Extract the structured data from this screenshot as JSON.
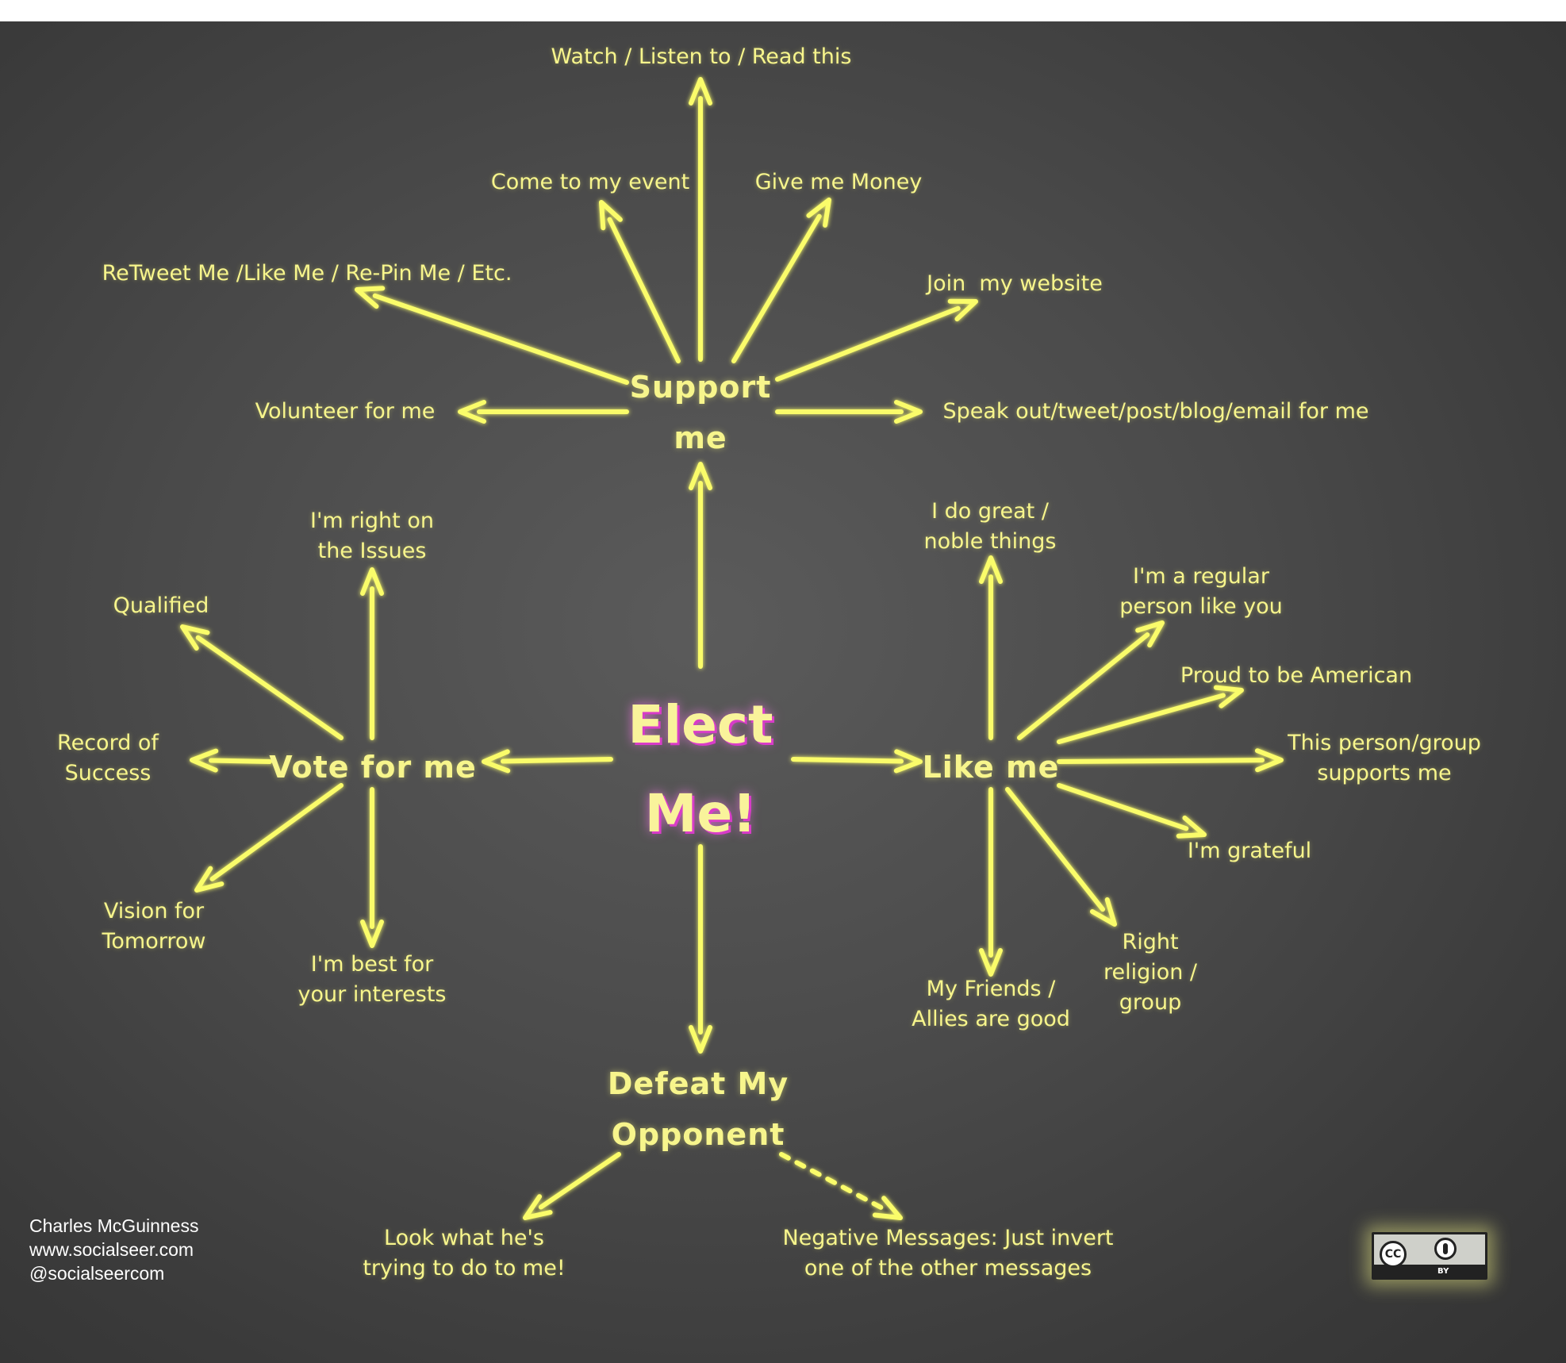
{
  "center": {
    "title": "Elect\nMe!"
  },
  "hubs": {
    "support": "Support\nme",
    "vote": "Vote for me",
    "like": "Like me",
    "defeat": "Defeat My\nOpponent"
  },
  "support_items": {
    "watch": "Watch / Listen to / Read this",
    "event": "Come to my event",
    "money": "Give me Money",
    "retweet": "ReTweet Me /Like Me / Re-Pin Me / Etc.",
    "website": "Join  my website",
    "volunteer": "Volunteer for me",
    "speak": "Speak out/tweet/post/blog/email for me"
  },
  "vote_items": {
    "issues": "I'm right on\nthe Issues",
    "qualified": "Qualified",
    "record": "Record of\nSuccess",
    "vision": "Vision for\nTomorrow",
    "interests": "I'm best for\nyour interests"
  },
  "like_items": {
    "noble": "I do great /\nnoble things",
    "regular": "I'm a regular\nperson like you",
    "american": "Proud to be American",
    "supports": "This person/group\nsupports me",
    "grateful": "I'm grateful",
    "religion": "Right\nreligion /\ngroup",
    "friends": "My Friends /\nAllies are good"
  },
  "defeat_items": {
    "look": "Look what he's\ntrying to do to me!",
    "negative": "Negative Messages: Just invert\none of the other messages"
  },
  "credit": {
    "name": "Charles McGuinness",
    "site": "www.socialseer.com",
    "handle": "@socialseercom"
  },
  "license": {
    "cc": "CC",
    "by": "BY"
  },
  "colors": {
    "accent": "#f7f58c",
    "arrow": "#fafc6a",
    "center_shadow": "#d83cc8"
  }
}
